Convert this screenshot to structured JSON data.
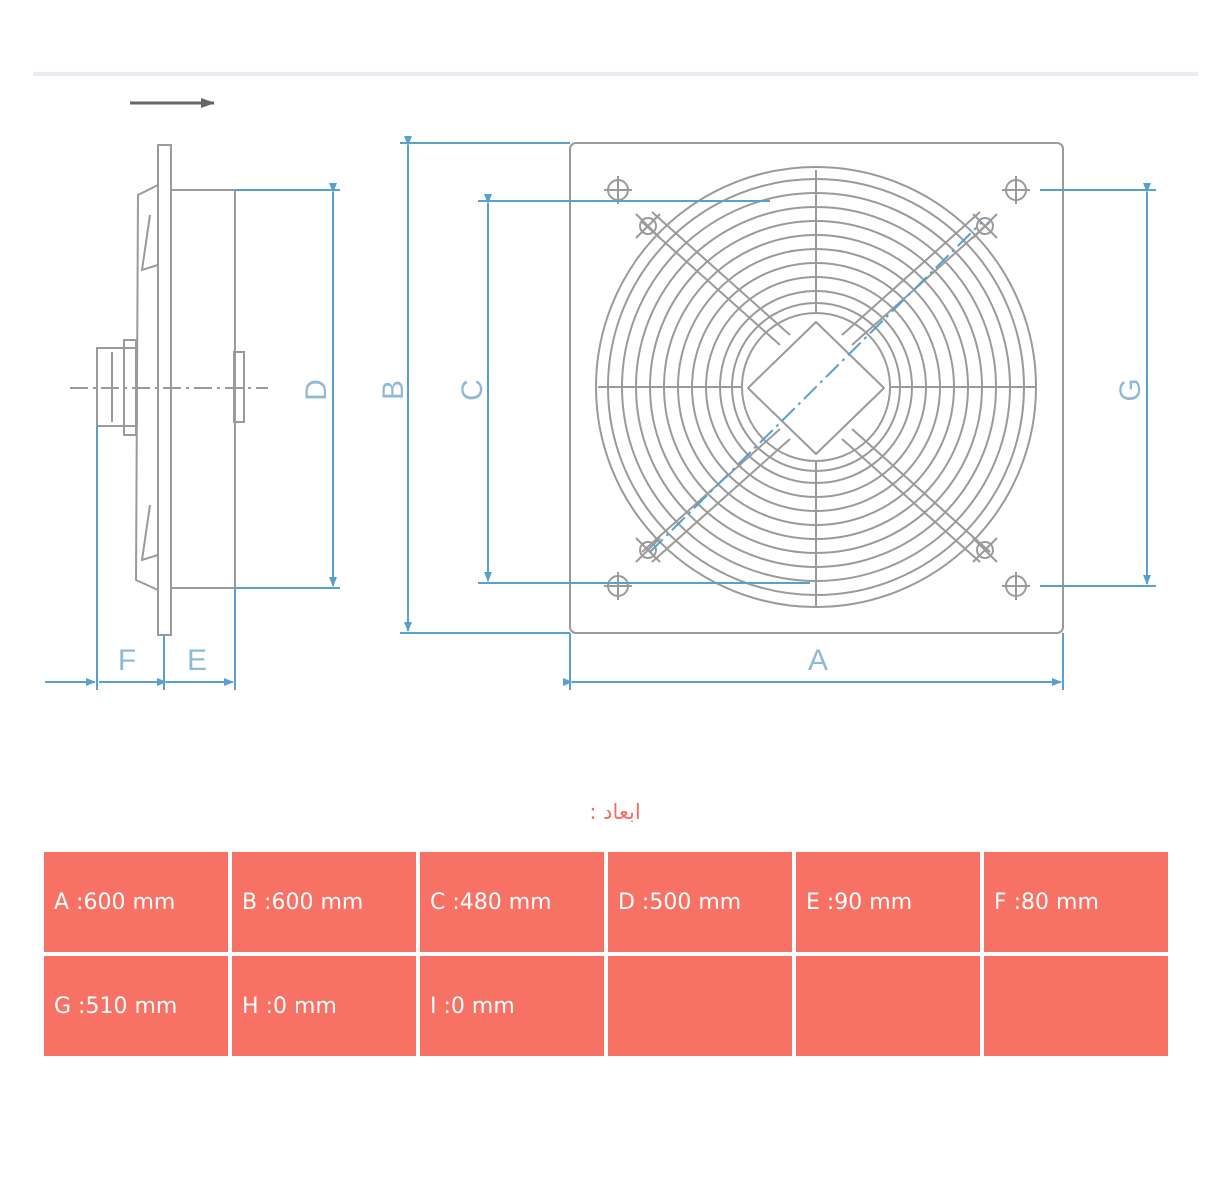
{
  "drawing": {
    "labels": {
      "A": "A",
      "B": "B",
      "C": "C",
      "D": "D",
      "E": "E",
      "F": "F",
      "G": "G"
    }
  },
  "dimensions": {
    "title": "ابعاد :",
    "rows": [
      [
        "A :600 mm",
        "B :600 mm",
        "C :480 mm",
        "D :500 mm",
        "E :90 mm",
        "F :80 mm"
      ],
      [
        "G :510 mm",
        "H :0 mm",
        "I :0 mm",
        "",
        "",
        ""
      ]
    ]
  },
  "colors": {
    "dimension_line": "#5aa0cc",
    "drawing_line": "#9a9a9a",
    "table_cell": "#f77165",
    "title_text": "#f16e5f"
  }
}
